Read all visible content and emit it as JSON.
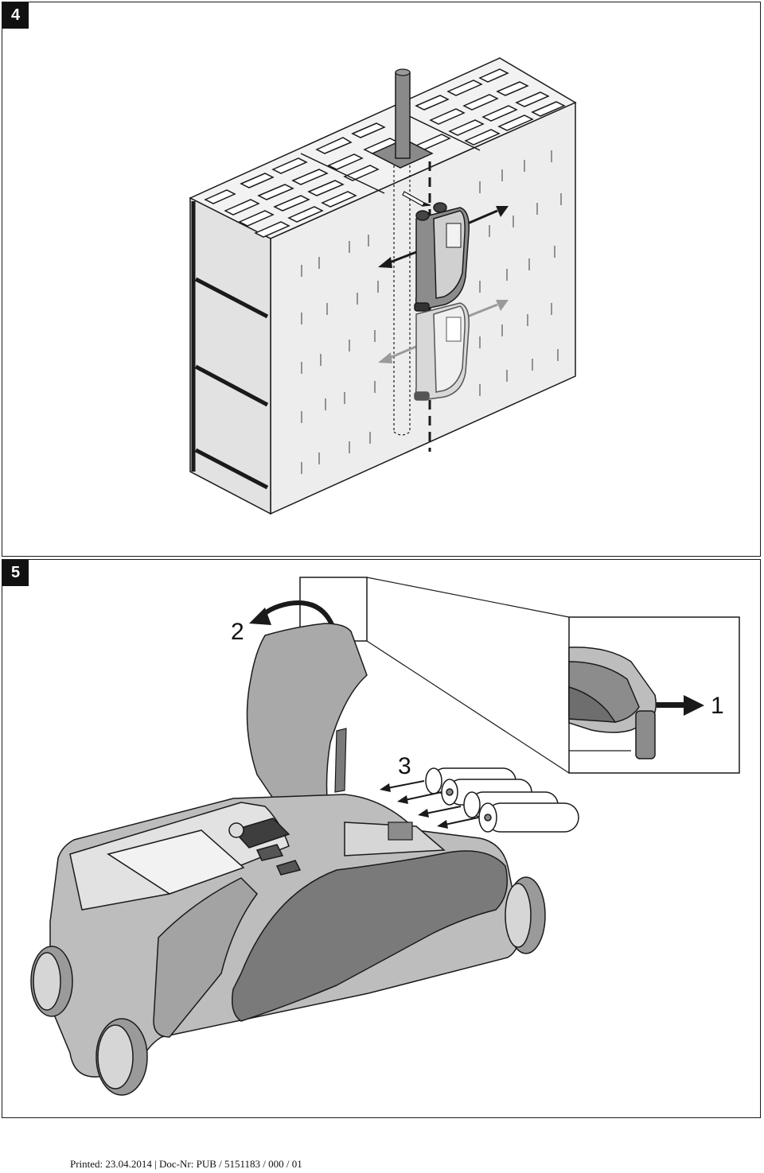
{
  "figures": [
    {
      "number": "4"
    },
    {
      "number": "5",
      "callouts": [
        "1",
        "2",
        "3"
      ]
    }
  ],
  "footer": "Printed: 23.04.2014 | Doc-Nr: PUB / 5151183 / 000 / 01",
  "colors": {
    "line": "#1a1a1a",
    "wall": "#ececec",
    "device_dark": "#8c8c8c",
    "device_light": "#d4d4d4"
  }
}
